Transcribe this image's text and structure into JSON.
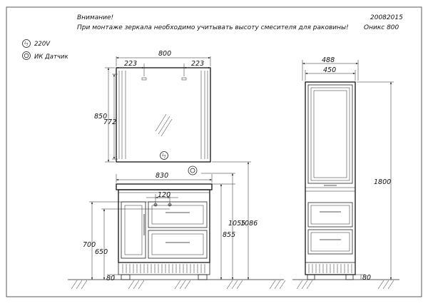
{
  "header": {
    "warning_title": "Внимание!",
    "warning_text": "При монтаже зеркала необходимо учитывать высоту смесителя для раковины!",
    "code": "20082015",
    "model": "Оникс 800"
  },
  "legend": {
    "power_label": "220V",
    "sensor_label": "ИК Датчик",
    "power_icon": "lightning-circle-icon",
    "sensor_icon": "double-circle-icon"
  },
  "mirror": {
    "width": "800",
    "offset_left": "223",
    "offset_right": "223",
    "height": "850",
    "inner_height": "772"
  },
  "vanity": {
    "width": "830",
    "mixer_spacing": "120",
    "height": "700",
    "body_height": "650",
    "plinth": "80",
    "mirror_bottom": "1055",
    "mirror_top": "1086",
    "mirror_lower_edge": "855"
  },
  "cabinet": {
    "width_outer": "488",
    "width_inner": "450",
    "height": "1800",
    "plinth": "80"
  }
}
